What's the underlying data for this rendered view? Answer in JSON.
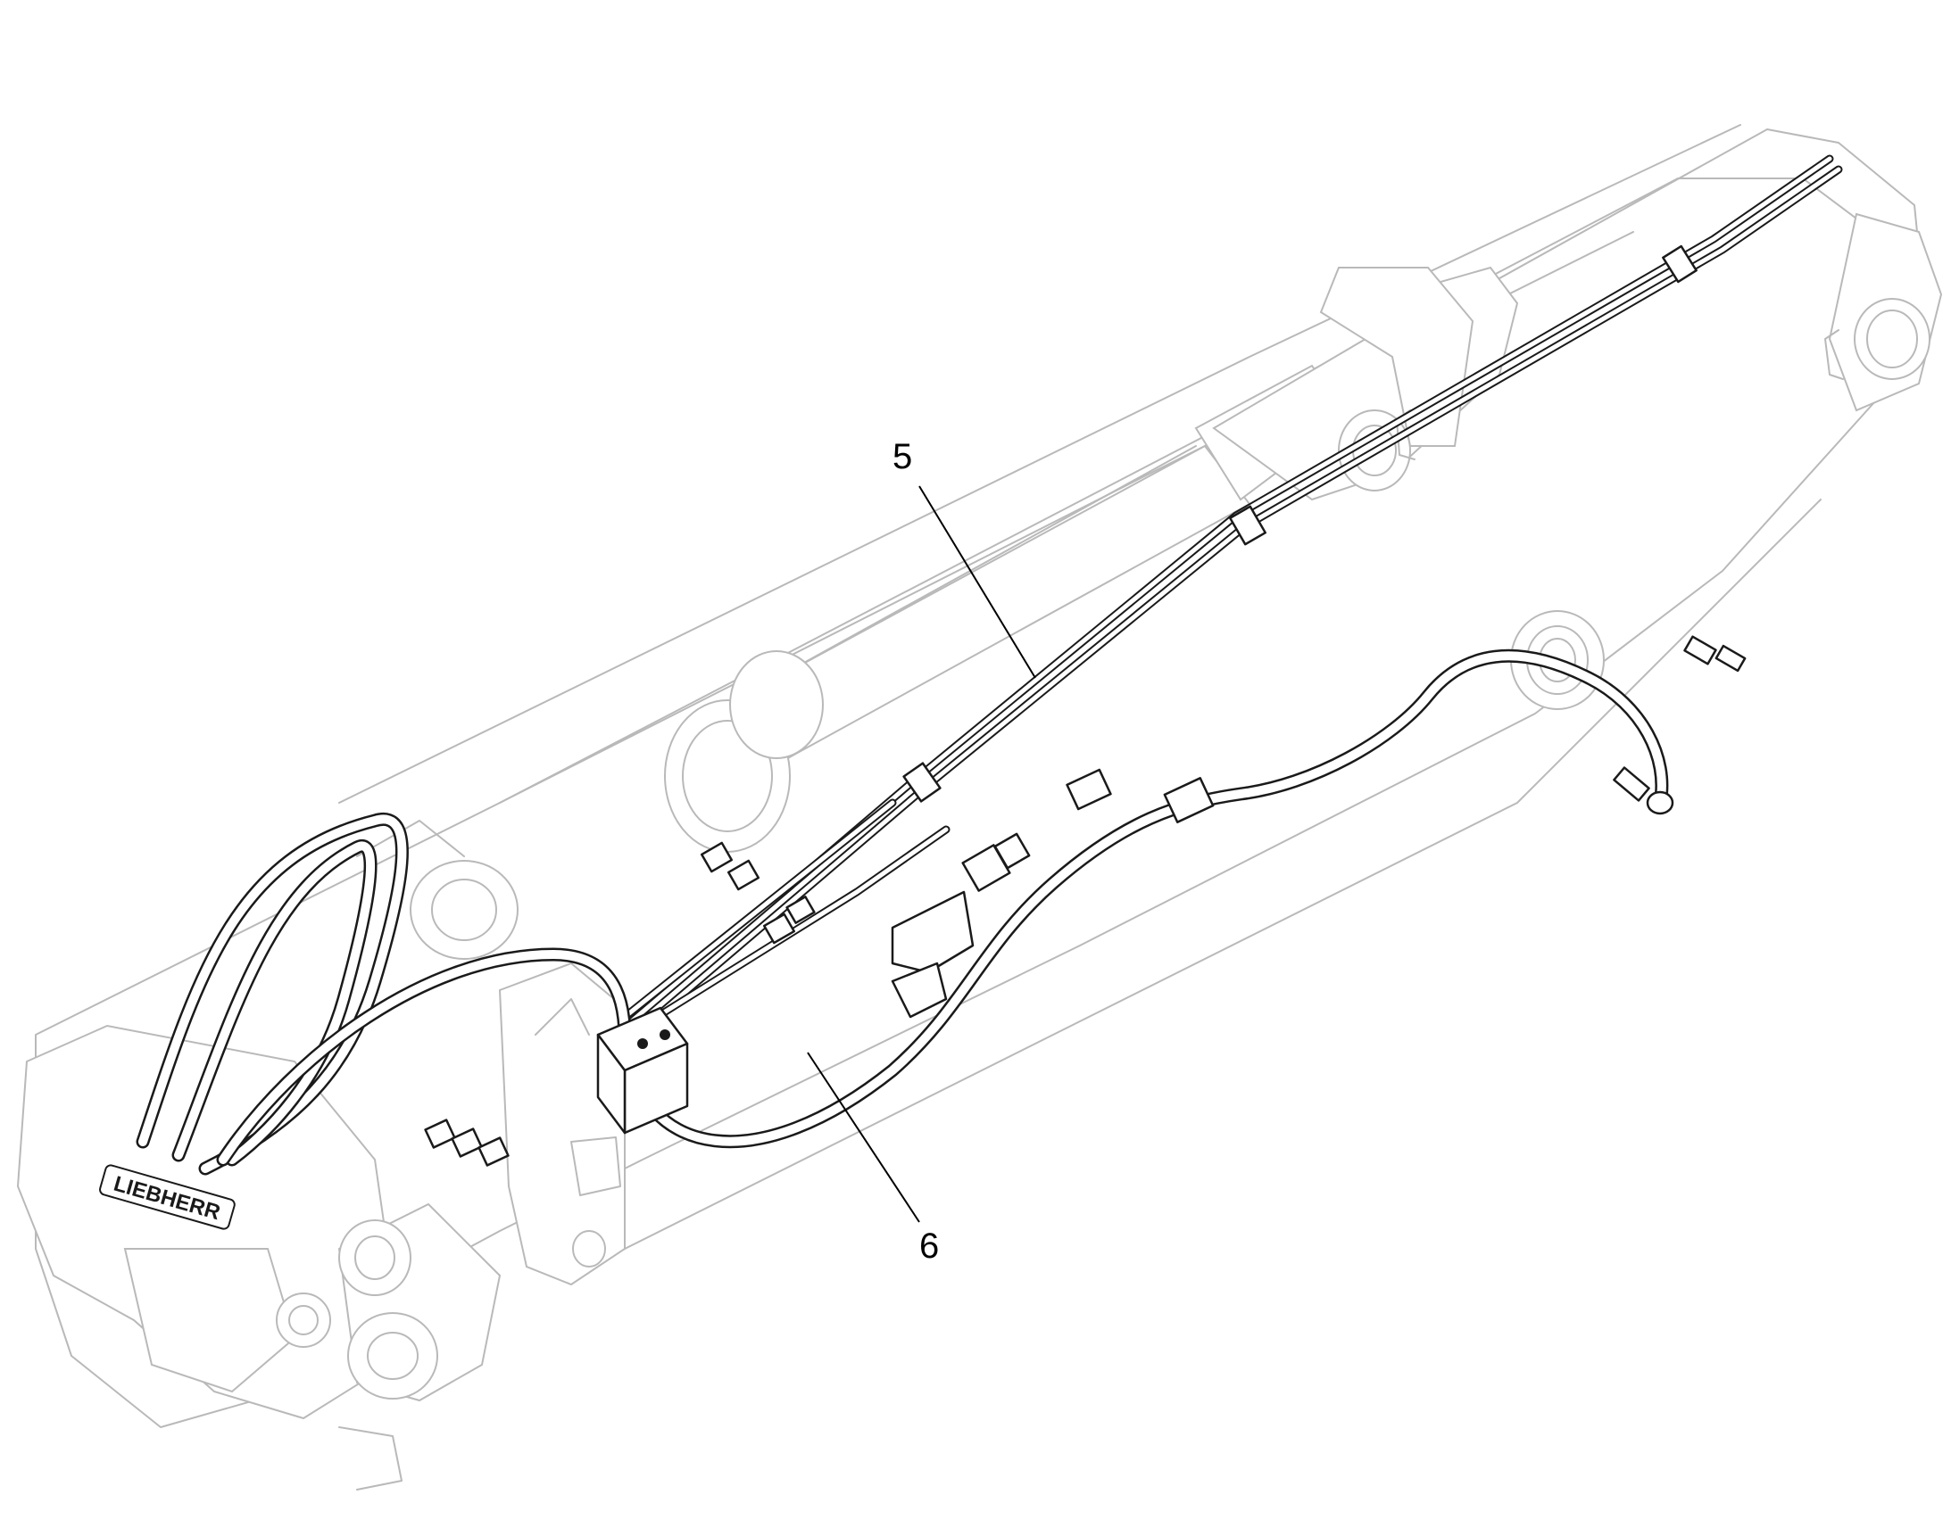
{
  "drawing": {
    "brand_plate": "LIEBHERR",
    "callouts": [
      {
        "id": "callout-5",
        "label": "5"
      },
      {
        "id": "callout-6",
        "label": "6"
      }
    ]
  },
  "colors": {
    "ghost_outline": "#b9b9b9",
    "hose_outline": "#1a1a1a",
    "background": "#ffffff"
  }
}
